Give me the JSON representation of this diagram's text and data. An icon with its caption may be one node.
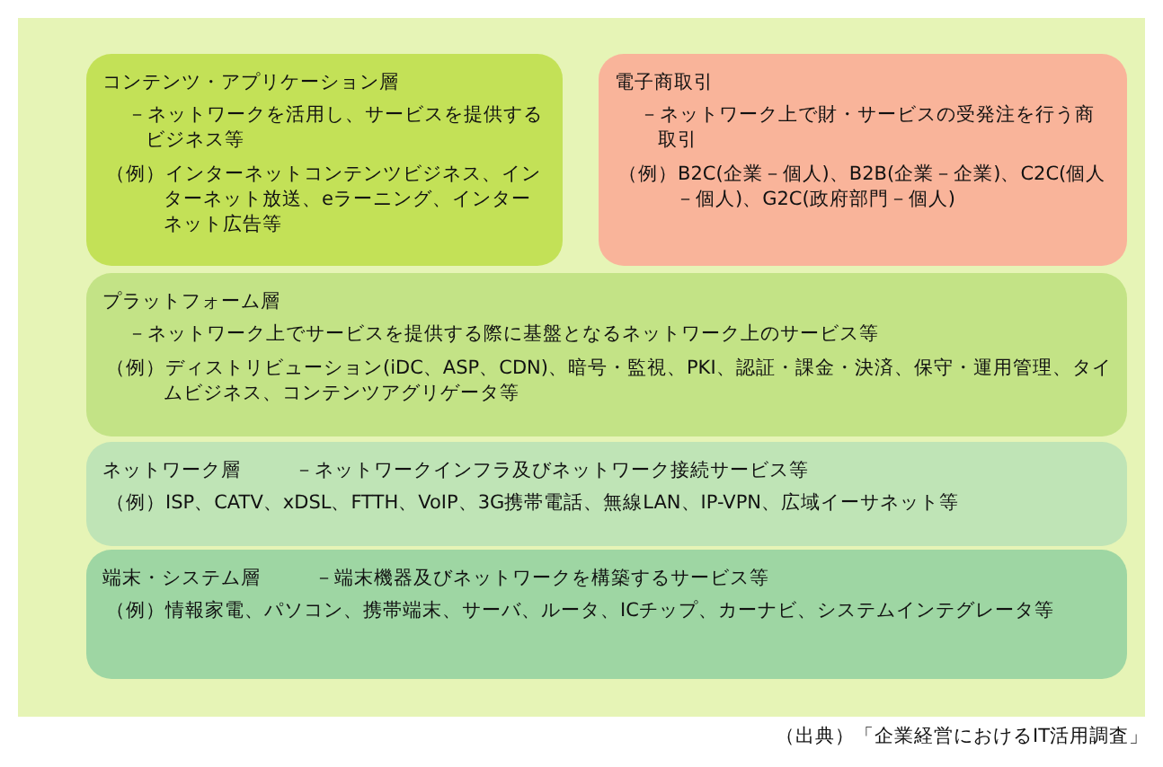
{
  "diagram": {
    "caption": "（出典）「企業経営におけるIT活用調査」",
    "nodes": [
      {
        "text": [
          "コンテンツ・アプリケーション層",
          "－ネットワークを活用し、サービスを提供するビジネス等",
          "（例）インターネットコンテンツビジネス、インターネット放送、eラーニング、インターネット広告等"
        ]
      },
      {
        "text": [
          "電子商取引",
          "－ネットワーク上で財・サービスの受発注を行う商取引",
          "（例）B2C(企業－個人)、B2B(企業－企業)、C2C(個人－個人)、G2C(政府部門－個人)"
        ]
      },
      {
        "text": [
          "プラットフォーム層",
          "－ネットワーク上でサービスを提供する際に基盤となるネットワーク上のサービス等",
          "（例）ディストリビューション(iDC、ASP、CDN)、暗号・監視、PKI、認証・課金・決済、保守・運用管理、タイムビジネス、コンテンツアグリゲータ等"
        ]
      },
      {
        "text": [
          "ネットワーク層",
          "－ネットワークインフラ及びネットワーク接続サービス等",
          "（例）ISP、CATV、xDSL、FTTH、VoIP、3G携帯電話、無線LAN、IP-VPN、広域イーサネット等"
        ]
      },
      {
        "text": [
          "端末・システム層",
          "－端末機器及びネットワークを構築するサービス等",
          "（例）情報家電、パソコン、携帯端末、サーバ、ルータ、ICチップ、カーナビ、システムインテグレータ等"
        ]
      }
    ]
  }
}
